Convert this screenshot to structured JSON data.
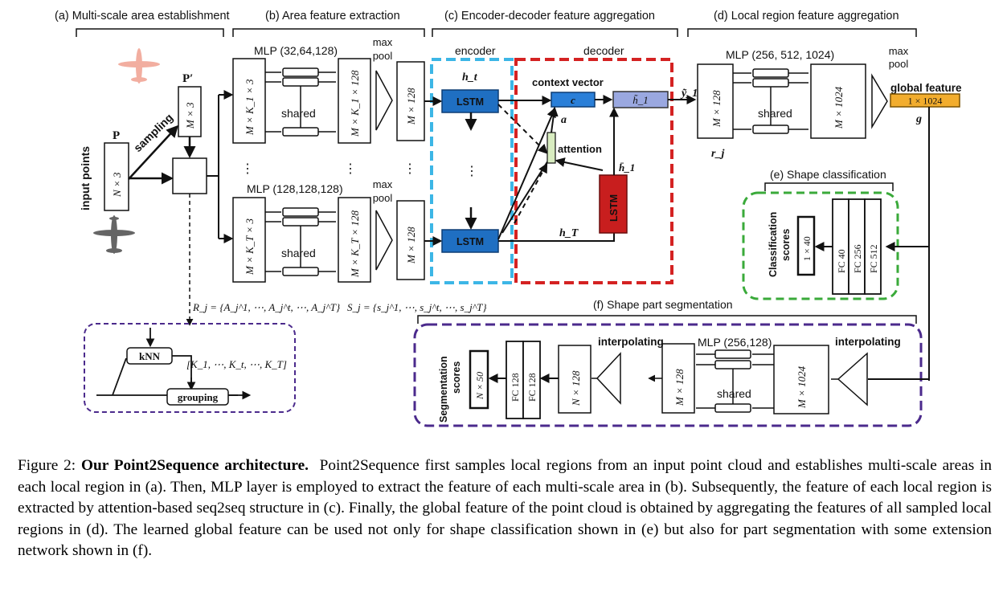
{
  "stages": {
    "a": "(a) Multi-scale area establishment",
    "b": "(b) Area feature extraction",
    "c": "(c) Encoder-decoder feature aggregation",
    "d": "(d) Local region feature aggregation",
    "e": "(e) Shape classification",
    "f": "(f) Shape part segmentation"
  },
  "section_a": {
    "input_points": "input points",
    "p_label": "P",
    "p_dims": "N × 3",
    "sampling": "sampling",
    "p_prime_label": "P′",
    "p_prime_dims": "M × 3",
    "r_set": "R_j = {A_j^1, ⋯, A_j^t, ⋯, A_j^T}",
    "knn": "kNN",
    "k_set": "[K_1, ⋯, K_t, ⋯, K_T]",
    "grouping": "grouping"
  },
  "section_b": {
    "mlp_top": "MLP (32,64,128)",
    "mlp_bottom": "MLP (128,128,128)",
    "max_pool": "max pool",
    "in_top": "M × K_1 × 3",
    "out_top": "M × K_1 × 128",
    "in_bottom": "M × K_T × 3",
    "out_bottom": "M × K_T × 128",
    "pooled": "M × 128",
    "shared": "shared",
    "s_set": "S_j = {s_j^1, ⋯, s_j^t, ⋯, s_j^T}"
  },
  "section_c": {
    "encoder": "encoder",
    "decoder": "decoder",
    "lstm": "LSTM",
    "h_t": "h_t",
    "h_T": "h_T",
    "context_vector": "context vector",
    "c": "c",
    "a": "a",
    "attention": "attention",
    "h1_tilde": "h̃_1",
    "h1_bar": "h̄_1",
    "y1": "ỹ_1"
  },
  "section_d": {
    "mlp": "MLP (256, 512, 1024)",
    "in_dims": "M × 128",
    "out_dims": "M × 1024",
    "max_pool": "max pool",
    "shared": "shared",
    "r_j": "r_j",
    "global_feature": "global feature",
    "global_dims": "1 × 1024",
    "g": "g"
  },
  "section_e": {
    "scores": "Classification scores",
    "scores_dims": "1 × 40",
    "fc": [
      "FC 40",
      "FC 256",
      "FC 512"
    ]
  },
  "section_f": {
    "scores": "Segmentation scores",
    "scores_dims": "N × 50",
    "fc": [
      "FC 128",
      "FC 128"
    ],
    "n_dims": "N × 128",
    "interpolating": "interpolating",
    "mlp": "MLP (256,128)",
    "m_dims": "M × 128",
    "big_dims": "M × 1024",
    "shared": "shared"
  },
  "caption": {
    "prefix": "Figure 2: ",
    "title": "Our Point2Sequence architecture.",
    "body": "Point2Sequence first samples local regions from an input point cloud and establishes multi-scale areas in each local region in (a). Then, MLP layer is employed to extract the feature of each multi-scale area in (b). Subsequently, the feature of each local region is extracted by attention-based seq2seq structure in (c). Finally, the global feature of the point cloud is obtained by aggregating the features of all sampled local regions in (d). The learned global feature can be used not only for shape classification shown in (e) but also for part segmentation with some extension network shown in (f)."
  },
  "colors": {
    "encoder_box": "#3cb6e6",
    "decoder_box": "#d42222",
    "lstm_blue": "#1f6fc2",
    "lstm_red": "#c81e1e",
    "context_blue": "#2a7fd8",
    "h1_purple": "#9aa8e0",
    "global_feature": "#f2ad2e",
    "classification_box": "#3aaa3a",
    "segmentation_box": "#4b2a8c",
    "knn_box": "#4b2a8c",
    "attention_green": "#d8ecc0"
  }
}
